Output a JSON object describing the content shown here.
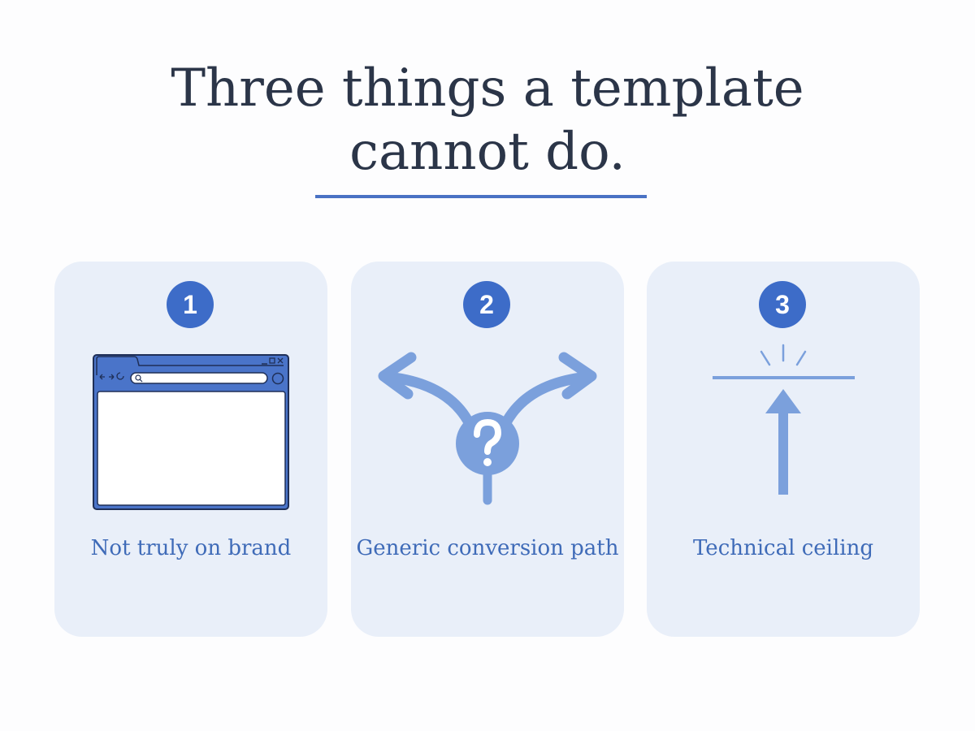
{
  "title": {
    "line1": "Three things a template",
    "line2": "cannot do."
  },
  "colors": {
    "accent": "#3d6cc8",
    "card_background": "#e9eff9",
    "title_text": "#2b3548",
    "label_text": "#3f6bb8",
    "illustration": "#7ba0dc"
  },
  "cards": [
    {
      "number": "1",
      "label": "Not truly on brand",
      "icon": "browser-window-icon"
    },
    {
      "number": "2",
      "label": "Generic conversion path",
      "icon": "forked-path-question-icon"
    },
    {
      "number": "3",
      "label": "Technical ceiling",
      "icon": "arrow-hitting-ceiling-icon"
    }
  ]
}
